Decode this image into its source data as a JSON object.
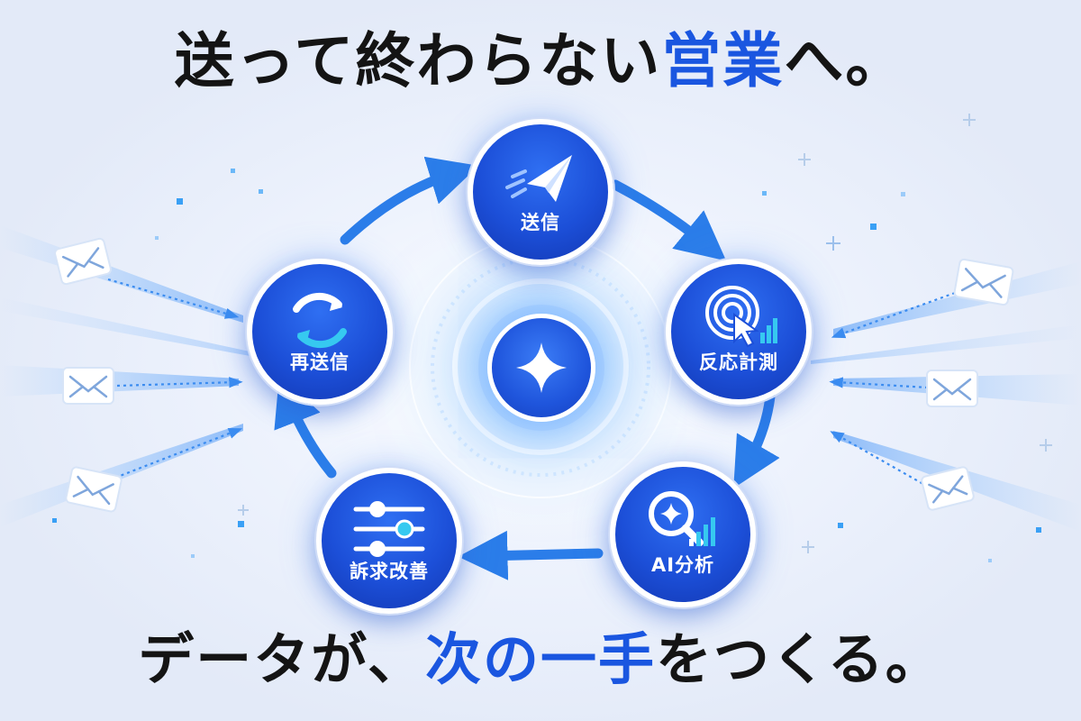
{
  "headline_top": {
    "part1": "送って終わらない",
    "accent": "営業",
    "part2": "へ。"
  },
  "headline_bottom": {
    "part1": "データが、",
    "accent": "次の一手",
    "part2": "をつくる。"
  },
  "cycle": [
    {
      "label": "送信",
      "icon": "paper-plane-icon"
    },
    {
      "label": "反応計測",
      "icon": "target-click-icon"
    },
    {
      "label": "AI分析",
      "icon": "magnify-sparkle-chart-icon"
    },
    {
      "label": "訴求改善",
      "icon": "sliders-icon"
    },
    {
      "label": "再送信",
      "icon": "refresh-icon"
    }
  ],
  "center_icon": "sparkle-icon",
  "colors": {
    "accent": "#1a56e0",
    "node": "#1c4fd8",
    "arrow": "#2b7de9",
    "text": "#141414",
    "highlight": "#36c9f0"
  }
}
